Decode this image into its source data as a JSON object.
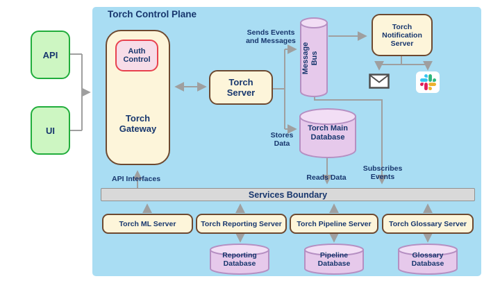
{
  "page": {
    "title": "Torch Control Plane"
  },
  "clients": {
    "api": "API",
    "ui": "UI"
  },
  "gateway": {
    "label": "Torch Gateway",
    "auth": "Auth Control"
  },
  "server": {
    "label": "Torch Server"
  },
  "message_bus": {
    "label": "Message Bus"
  },
  "notification": {
    "label": "Torch Notification Server",
    "targets": [
      "email-icon",
      "slack-icon"
    ]
  },
  "main_db": {
    "label": "Torch Main Database"
  },
  "edges": {
    "sends": "Sends Events and Messages",
    "stores": "Stores Data",
    "reads": "Reads Data",
    "subscribes": "Subscribes Events",
    "api_interfaces": "API Interfaces"
  },
  "boundary": {
    "label": "Services Boundary"
  },
  "servers": [
    "Torch ML Server",
    "Torch Reporting Server",
    "Torch Pipeline Server",
    "Torch Glossary Server"
  ],
  "databases": [
    "Reporting Database",
    "Pipeline Database",
    "Glossary Database"
  ],
  "colors": {
    "panel": "#a9ddf3",
    "box_fill": "#fdf5da",
    "box_border": "#6d4930",
    "client_fill": "#cdf6c2",
    "client_border": "#21ad3c",
    "auth_fill": "#f7dce8",
    "auth_border": "#e8414e",
    "cylinder_fill": "#e6c9eb",
    "cylinder_top": "#f2def5",
    "cylinder_border": "#b58fc2",
    "boundary_fill": "#d9d9d9",
    "arrow": "#9f9f9f",
    "text": "#17366d",
    "slack_blue": "#36C5F0",
    "slack_green": "#2EB67D",
    "slack_red": "#E01E5A",
    "slack_yellow": "#ECB22E"
  }
}
